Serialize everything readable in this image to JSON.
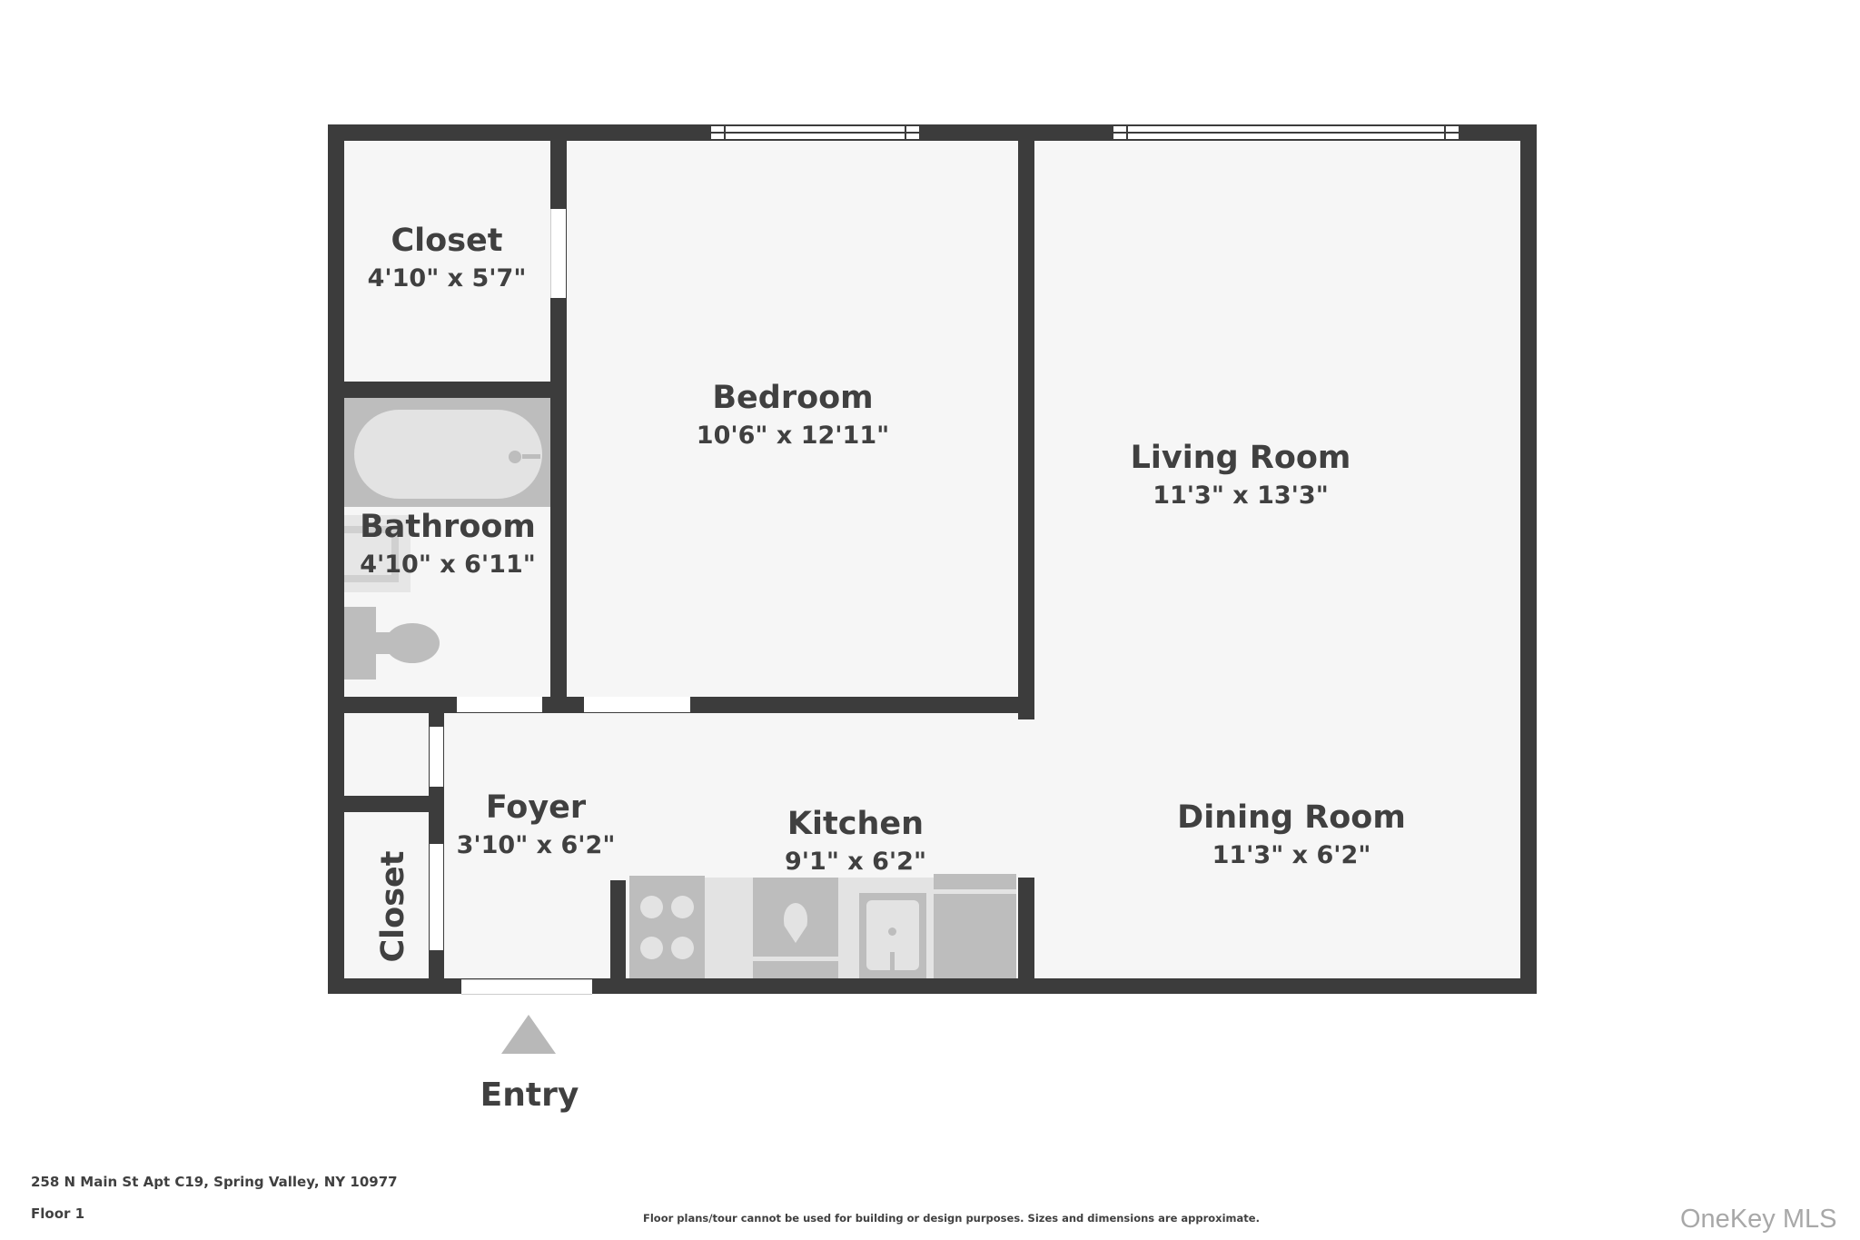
{
  "plan": {
    "address": "258 N Main St Apt C19, Spring Valley, NY 10977",
    "floor": "Floor 1",
    "disclaimer": "Floor plans/tour cannot be used for building or design purposes. Sizes and dimensions are approximate.",
    "watermark": "OneKey MLS",
    "entry_label": "Entry"
  },
  "colors": {
    "wall": "#3c3c3c",
    "floor": "#f6f6f6",
    "fixture": "#bdbdbd",
    "fixture_light": "#e3e3e3",
    "text": "#404040",
    "entry_arrow": "#b8b8b8"
  },
  "rooms": [
    {
      "name": "Closet",
      "dims": "4'10\" x 5'7\""
    },
    {
      "name": "Bedroom",
      "dims": "10'6\" x 12'11\""
    },
    {
      "name": "Living Room",
      "dims": "11'3\" x 13'3\""
    },
    {
      "name": "Bathroom",
      "dims": "4'10\" x 6'11\""
    },
    {
      "name": "Foyer",
      "dims": "3'10\" x 6'2\""
    },
    {
      "name": "Kitchen",
      "dims": "9'1\" x 6'2\""
    },
    {
      "name": "Dining Room",
      "dims": "11'3\" x 6'2\""
    },
    {
      "name": "Closet"
    }
  ],
  "icons": {
    "entry": "triangle-up-arrow",
    "bathtub": "bathtub",
    "sink": "bathroom-sink",
    "toilet": "toilet",
    "stove": "stove-four-burner",
    "dishwasher": "dishwasher",
    "kitchen_sink": "kitchen-sink",
    "fridge": "refrigerator"
  }
}
